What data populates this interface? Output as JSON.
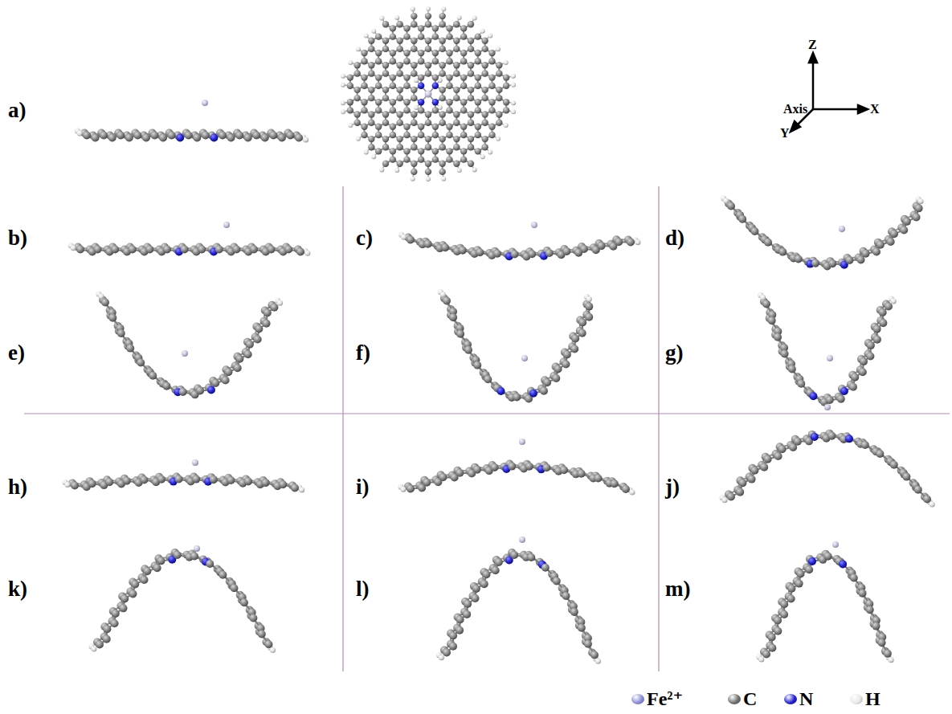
{
  "diagram": {
    "labels": [
      "a)",
      "b)",
      "c)",
      "d)",
      "e)",
      "f)",
      "g)",
      "h)",
      "i)",
      "j)",
      "k)",
      "l)",
      "m)",
      "Z",
      "Axis",
      "X",
      "Y"
    ],
    "legend": [
      {
        "text": "Fe²⁺",
        "color": "#8c8cd8"
      },
      {
        "text": "C",
        "color": "#6e6e6e"
      },
      {
        "text": "N",
        "color": "#1f1fd0"
      },
      {
        "text": "H",
        "color": "#e8e8e8"
      }
    ]
  }
}
